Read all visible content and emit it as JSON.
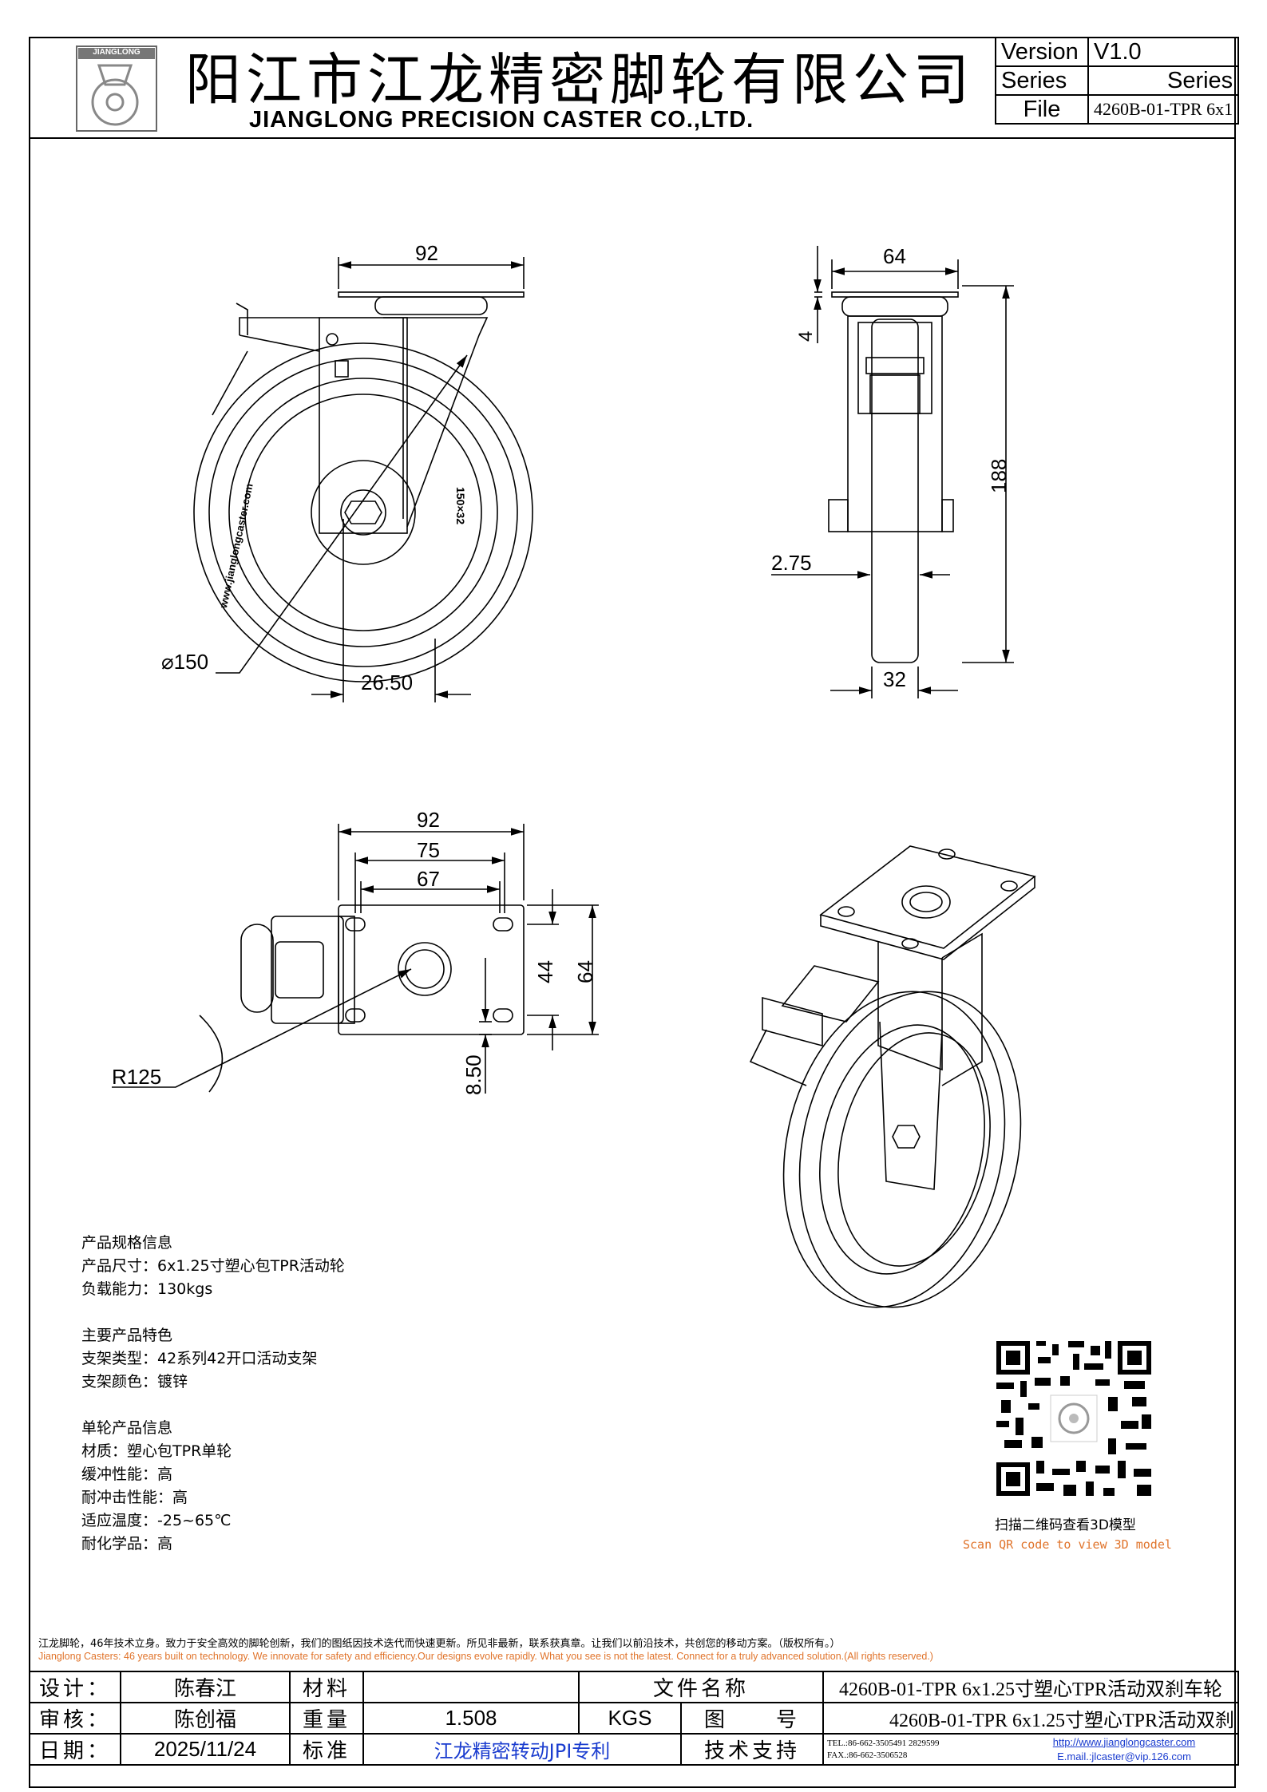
{
  "header": {
    "company_cn": "阳江市江龙精密脚轮有限公司",
    "company_en": "JIANGLONG PRECISION CASTER CO.,LTD.",
    "logo_text": "JIANGLONG",
    "version_label": "Version",
    "version_value": "V1.0",
    "series_label": "Series",
    "series_value": "Series",
    "file_label": "File",
    "file_value": "4260B-01-TPR 6x1"
  },
  "drawing": {
    "front": {
      "top_width": "92",
      "diameter": "⌀150",
      "offset": "26.50",
      "wheel_mark": "150×32",
      "wheel_text": "www.jianglongcaster.com"
    },
    "side": {
      "top_width": "64",
      "plate_thickness": "4",
      "height": "188",
      "gap": "2.75",
      "tread": "32"
    },
    "top": {
      "plate_width": "92",
      "hole_span_a": "75",
      "hole_span_b": "67",
      "hole_span_v": "44",
      "plate_depth": "64",
      "hole_offset": "8.50",
      "swivel_radius": "R125"
    }
  },
  "specs": {
    "section1_title": "产品规格信息",
    "size": "产品尺寸：6x1.25寸塑心包TPR活动轮",
    "load": "负载能力：130kgs",
    "section2_title": "主要产品特色",
    "bracket_type": "支架类型：42系列42开口活动支架",
    "bracket_color": "支架颜色：镀锌",
    "section3_title": "单轮产品信息",
    "material": "材质：塑心包TPR单轮",
    "cushion": "缓冲性能：高",
    "impact": "耐冲击性能：高",
    "temperature": "适应温度：-25~65℃",
    "chemical": "耐化学品：高"
  },
  "qr": {
    "caption_cn": "扫描二维码查看3D模型",
    "caption_en": "Scan QR code to view 3D model"
  },
  "footer": {
    "note_cn": "江龙脚轮，46年技术立身。致力于安全高效的脚轮创新，我们的图纸因技术迭代而快速更新。所见非最新，联系获真章。让我们以前沿技术，共创您的移动方案。（版权所有。）",
    "note_en": "Jianglong Casters: 46 years built on technology. We innovate for safety and efficiency.Our designs evolve rapidly. What you see is not the latest. Connect for a truly advanced solution.(All rights reserved.)"
  },
  "title_block": {
    "design_label": "设计：",
    "design_value": "陈春江",
    "material_label": "材料",
    "material_value": "",
    "filename_label": "文件名称",
    "filename_value": "4260B-01-TPR 6x1.25寸塑心TPR活动双刹车轮",
    "review_label": "审核：",
    "review_value": "陈创福",
    "weight_label": "重量",
    "weight_value": "1.508",
    "weight_unit": "KGS",
    "drawing_no_label": "图　　号",
    "drawing_no_value": "4260B-01-TPR 6x1.25寸塑心TPR活动双刹",
    "date_label": "日期：",
    "date_value": "2025/11/24",
    "standard_label": "标准",
    "standard_value": "江龙精密转动JPI专利",
    "support_label": "技术支持",
    "tel": "TEL.:86-662-3505491 2829599",
    "fax": "FAX.:86-662-3506528",
    "website": "http://www.jianglongcaster.com",
    "email": "E.mail.:jlcaster@vip.126.com"
  }
}
